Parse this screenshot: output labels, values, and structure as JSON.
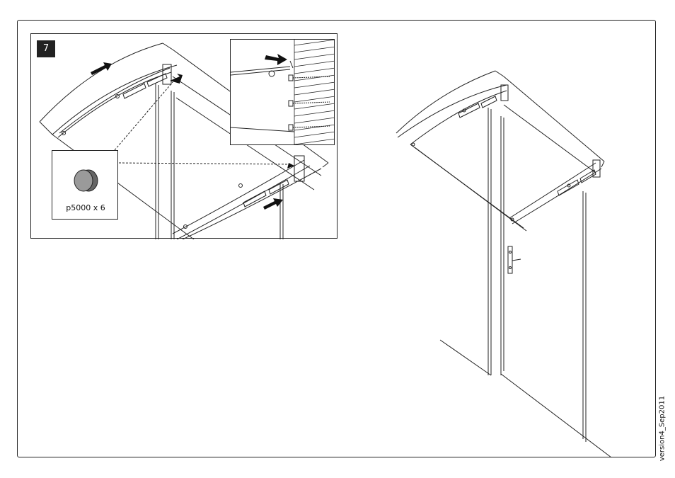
{
  "instruction": {
    "step_number": "7",
    "part_label": "p5000 x 6",
    "version_text": "version4_Sep2011"
  },
  "icons": {
    "arrow": "arrow-icon",
    "end_cap": "end-cap-icon"
  },
  "colors": {
    "line": "#222222",
    "badge": "#222222",
    "cap_fill": "#9a9a9a"
  }
}
